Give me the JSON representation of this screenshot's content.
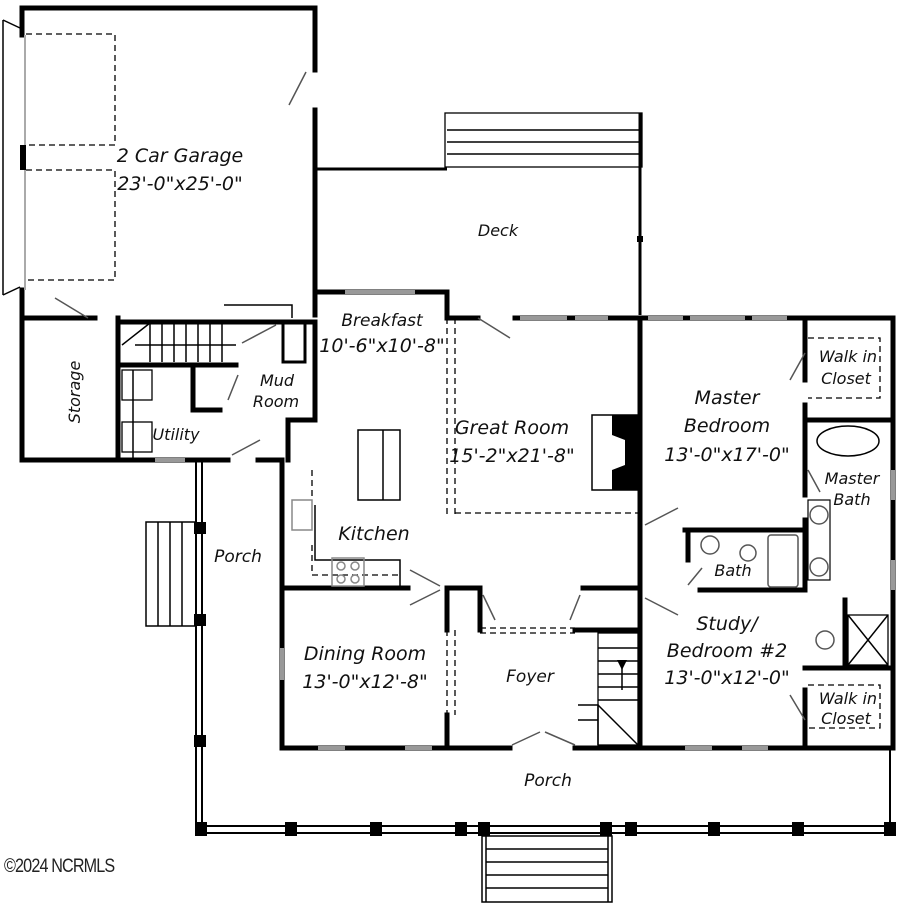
{
  "plan": {
    "rooms": {
      "garage": {
        "name": "2 Car Garage",
        "size": "23'-0\"x25'-0\""
      },
      "deck": {
        "name": "Deck"
      },
      "breakfast": {
        "name": "Breakfast",
        "size": "10'-6\"x10'-8\""
      },
      "storage": {
        "name": "Storage"
      },
      "mud_room": {
        "name_1": "Mud",
        "name_2": "Room"
      },
      "utility": {
        "name": "Utility"
      },
      "great_room": {
        "name": "Great Room",
        "size": "15'-2\"x21'-8\""
      },
      "master_bedroom": {
        "name_1": "Master",
        "name_2": "Bedroom",
        "size": "13'-0\"x17'-0\""
      },
      "walk_in_closet_master": {
        "name_1": "Walk in",
        "name_2": "Closet"
      },
      "master_bath": {
        "name_1": "Master",
        "name_2": "Bath"
      },
      "kitchen": {
        "name": "Kitchen"
      },
      "side_porch": {
        "name": "Porch"
      },
      "bath": {
        "name": "Bath"
      },
      "study": {
        "name_1": "Study/",
        "name_2": "Bedroom #2",
        "size": "13'-0\"x12'-0\""
      },
      "dining_room": {
        "name": "Dining Room",
        "size": "13'-0\"x12'-8\""
      },
      "foyer": {
        "name": "Foyer"
      },
      "walk_in_closet_study": {
        "name_1": "Walk in",
        "name_2": "Closet"
      },
      "front_porch": {
        "name": "Porch"
      }
    }
  },
  "watermark": "©2024 NCRMLS"
}
